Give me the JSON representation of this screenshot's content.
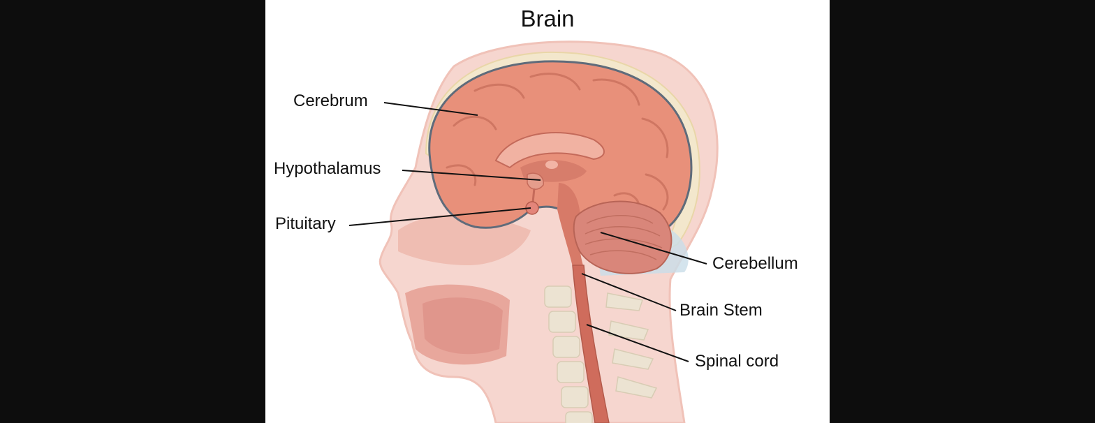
{
  "diagram": {
    "title": "Brain",
    "labels": {
      "cerebrum": "Cerebrum",
      "hypothalamus": "Hypothalamus",
      "pituitary": "Pituitary",
      "cerebellum": "Cerebellum",
      "brain_stem": "Brain Stem",
      "spinal_cord": "Spinal cord"
    },
    "colors": {
      "background": "#0d0d0d",
      "panel": "#ffffff",
      "brain": "#e8907a",
      "brain_dark": "#c46a5a",
      "head_tissue": "#f4cfc6",
      "skull": "#efe3c8",
      "leader_line": "#111111"
    }
  }
}
